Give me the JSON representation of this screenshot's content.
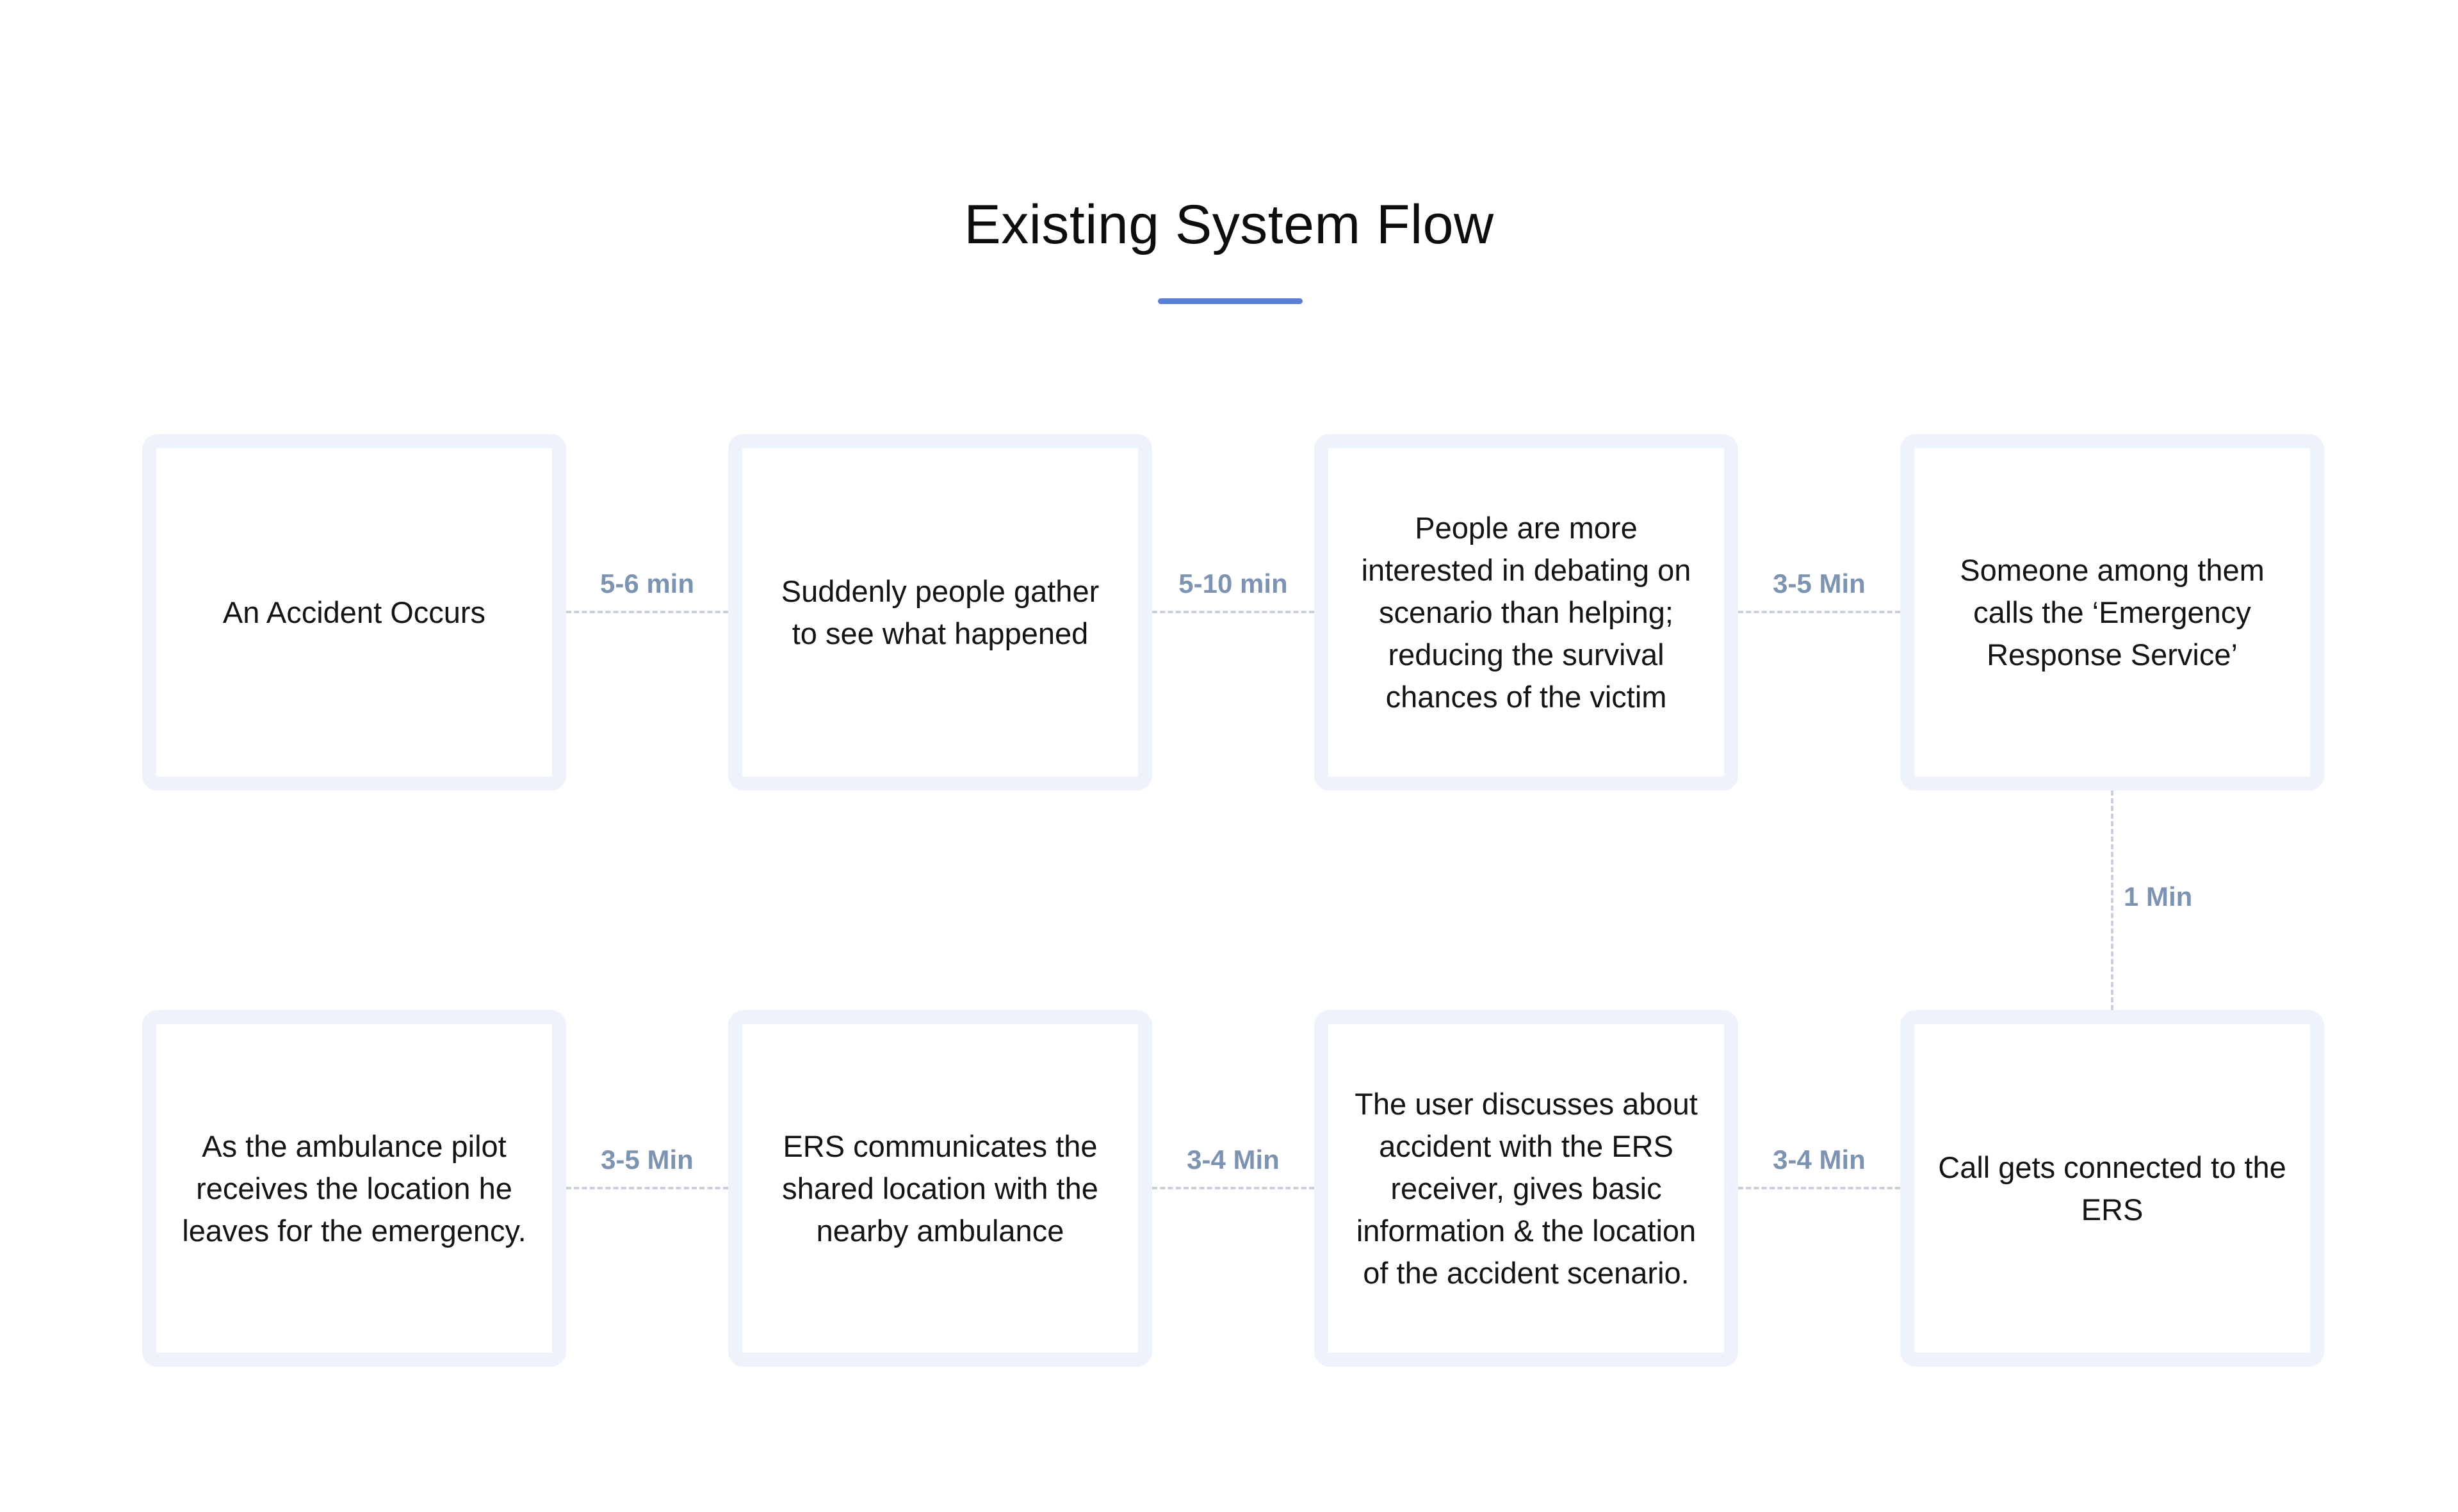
{
  "header": {
    "title": "Existing System Flow"
  },
  "steps": [
    {
      "text": "An Accident Occurs"
    },
    {
      "text": "Suddenly people gather to see what happened"
    },
    {
      "text": "People are more interested in debating on scenario than helping; reducing the survival chances of the victim"
    },
    {
      "text": "Someone among them calls the ‘Emergency Response Service’"
    },
    {
      "text": "Call gets connected to the ERS"
    },
    {
      "text": "The user discusses about accident with the ERS receiver, gives basic information & the location of the accident scenario."
    },
    {
      "text": "ERS communicates the shared location with the nearby ambulance"
    },
    {
      "text": "As the ambulance pilot receives the location he leaves for the emergency."
    }
  ],
  "connectors": [
    {
      "label": "5-6 min"
    },
    {
      "label": "5-10 min"
    },
    {
      "label": "3-5 Min"
    },
    {
      "label": "1 Min"
    },
    {
      "label": "3-4 Min"
    },
    {
      "label": "3-4 Min"
    },
    {
      "label": "3-5 Min"
    }
  ],
  "colors": {
    "accent": "#5b7fd6",
    "box_border": "#edf2fb",
    "connector_label": "#7d93b2",
    "connector_line": "#c9d0dc"
  }
}
